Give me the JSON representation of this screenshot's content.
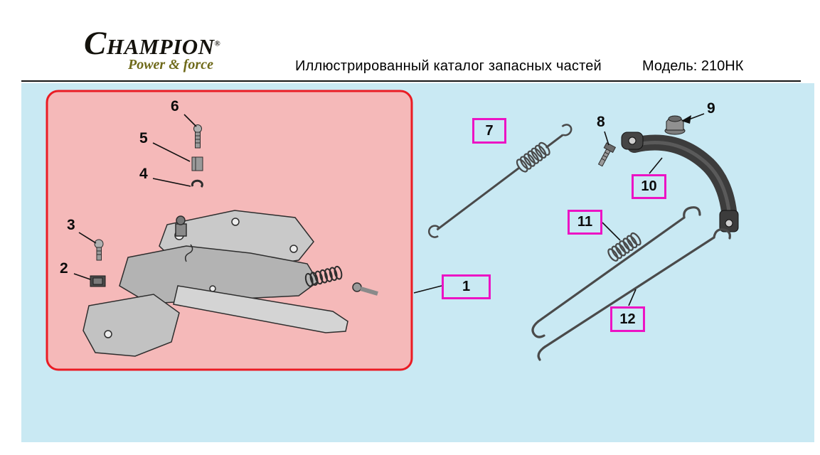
{
  "header": {
    "brand": "CHAMPION",
    "brand_registered": "®",
    "tagline": "Power & force",
    "title": "Иллюстрированный каталог запасных частей",
    "model": "Модель: 210НК"
  },
  "diagram": {
    "part_numbers": [
      "1",
      "2",
      "3",
      "4",
      "5",
      "6",
      "7",
      "8",
      "9",
      "10",
      "11",
      "12"
    ],
    "highlighted_part_links": [
      "1",
      "7",
      "10",
      "11",
      "12"
    ],
    "colors": {
      "diagram_background": "#c9e9f3",
      "highlight_fill": "#f5b9b9",
      "highlight_border": "#ea1c24",
      "link_box_border": "#ec13c4",
      "logo_gold": "#6f6a1a"
    }
  }
}
